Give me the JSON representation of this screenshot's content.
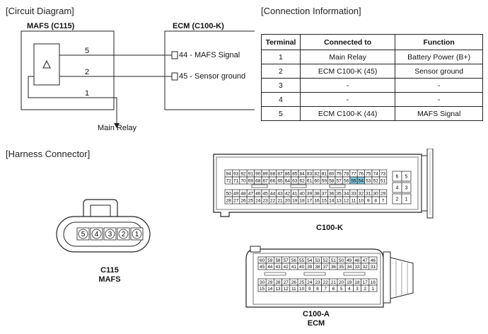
{
  "sections": {
    "circuit": "[Circuit Diagram]",
    "connection": "[Connection Information]",
    "harness": "[Harness Connector]"
  },
  "circuit": {
    "left_box": "MAFS (C115)",
    "right_box": "ECM (C100-K)",
    "wires": [
      {
        "num": "5",
        "label": "44 - MAFS Signal"
      },
      {
        "num": "2",
        "label": "45 - Sensor ground"
      },
      {
        "num": "1",
        "label": "Main Relay"
      }
    ]
  },
  "table": {
    "headers": [
      "Terminal",
      "Connected to",
      "Function"
    ],
    "rows": [
      [
        "1",
        "Main Relay",
        "Battery Power (B+)"
      ],
      [
        "2",
        "ECM C100-K (45)",
        "Sensor ground"
      ],
      [
        "3",
        "-",
        "-"
      ],
      [
        "4",
        "-",
        "-"
      ],
      [
        "5",
        "ECM C100-K (44)",
        "MAFS Signal"
      ]
    ]
  },
  "connectors": {
    "mafs": {
      "pins": [
        "5",
        "4",
        "3",
        "2",
        "1"
      ],
      "caption1": "C115",
      "caption2": "MAFS"
    },
    "c100k": {
      "caption": "C100-K",
      "highlight": [
        "55",
        "54"
      ],
      "highlight_color": "#7fc4d8",
      "rows": [
        [
          "94",
          "93",
          "92",
          "91",
          "90",
          "89",
          "88",
          "87",
          "86",
          "85",
          "84",
          "83",
          "82",
          "81",
          "80",
          "79",
          "78",
          "77",
          "76",
          "75",
          "74",
          "73"
        ],
        [
          "72",
          "71",
          "70",
          "69",
          "68",
          "67",
          "66",
          "65",
          "64",
          "63",
          "62",
          "61",
          "60",
          "59",
          "58",
          "57",
          "56",
          "55",
          "54",
          "53",
          "52",
          "51"
        ],
        [
          "50",
          "49",
          "48",
          "47",
          "46",
          "45",
          "44",
          "43",
          "42",
          "41",
          "40",
          "39",
          "38",
          "37",
          "36",
          "35",
          "34",
          "33",
          "32",
          "31",
          "30",
          "29"
        ],
        [
          "28",
          "27",
          "26",
          "25",
          "24",
          "23",
          "22",
          "21",
          "20",
          "19",
          "18",
          "17",
          "16",
          "15",
          "14",
          "13",
          "12",
          "11",
          "10",
          "9",
          "8",
          "7"
        ]
      ],
      "side": [
        [
          "6",
          "5"
        ],
        [
          "4",
          "3"
        ],
        [
          "2",
          "1"
        ]
      ]
    },
    "c100a": {
      "caption1": "C100-A",
      "caption2": "ECM",
      "rows": [
        [
          "60",
          "59",
          "58",
          "57",
          "56",
          "55",
          "54",
          "53",
          "52",
          "51",
          "50",
          "49",
          "48",
          "47",
          "46"
        ],
        [
          "45",
          "44",
          "43",
          "42",
          "41",
          "40",
          "39",
          "38",
          "37",
          "36",
          "35",
          "34",
          "33",
          "32",
          "31"
        ],
        [
          "30",
          "29",
          "28",
          "27",
          "26",
          "25",
          "24",
          "23",
          "22",
          "21",
          "20",
          "19",
          "18",
          "17",
          "16"
        ],
        [
          "15",
          "14",
          "13",
          "12",
          "11",
          "10",
          "9",
          "8",
          "7",
          "6",
          "5",
          "4",
          "3",
          "2",
          "1"
        ]
      ]
    }
  }
}
